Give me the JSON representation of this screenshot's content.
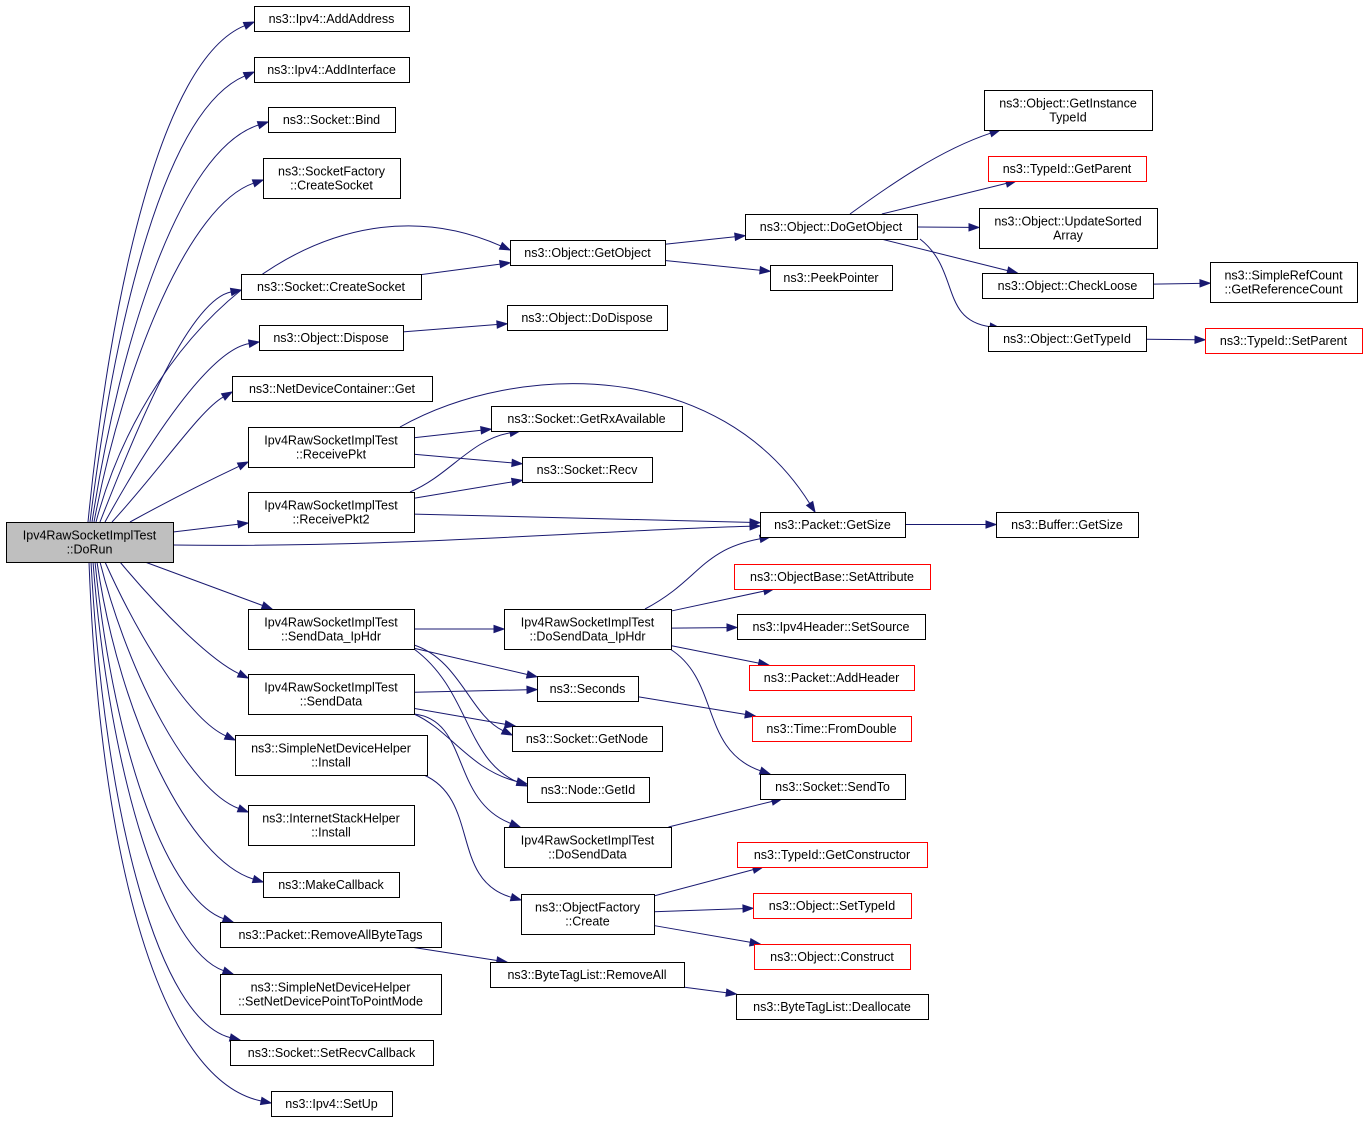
{
  "diagram": {
    "root": "n_root",
    "nodes": [
      {
        "id": "n_root",
        "lines": [
          "Ipv4RawSocketImplTest",
          "::DoRun"
        ],
        "style": "root"
      },
      {
        "id": "n_addaddr",
        "lines": [
          "ns3::Ipv4::AddAddress"
        ]
      },
      {
        "id": "n_addif",
        "lines": [
          "ns3::Ipv4::AddInterface"
        ]
      },
      {
        "id": "n_bind",
        "lines": [
          "ns3::Socket::Bind"
        ]
      },
      {
        "id": "n_sfcreate",
        "lines": [
          "ns3::SocketFactory",
          "::CreateSocket"
        ]
      },
      {
        "id": "n_getobject",
        "lines": [
          "ns3::Object::GetObject"
        ]
      },
      {
        "id": "n_sockcreate",
        "lines": [
          "ns3::Socket::CreateSocket"
        ]
      },
      {
        "id": "n_dispose",
        "lines": [
          "ns3::Object::Dispose"
        ]
      },
      {
        "id": "n_dodispose",
        "lines": [
          "ns3::Object::DoDispose"
        ]
      },
      {
        "id": "n_ndcget",
        "lines": [
          "ns3::NetDeviceContainer::Get"
        ]
      },
      {
        "id": "n_recvpkt",
        "lines": [
          "Ipv4RawSocketImplTest",
          "::ReceivePkt"
        ]
      },
      {
        "id": "n_recvpkt2",
        "lines": [
          "Ipv4RawSocketImplTest",
          "::ReceivePkt2"
        ]
      },
      {
        "id": "n_getrx",
        "lines": [
          "ns3::Socket::GetRxAvailable"
        ]
      },
      {
        "id": "n_recv",
        "lines": [
          "ns3::Socket::Recv"
        ]
      },
      {
        "id": "n_dogetobject",
        "lines": [
          "ns3::Object::DoGetObject"
        ]
      },
      {
        "id": "n_peek",
        "lines": [
          "ns3::PeekPointer"
        ]
      },
      {
        "id": "n_getinsttid",
        "lines": [
          "ns3::Object::GetInstance",
          "TypeId"
        ]
      },
      {
        "id": "n_getparent",
        "lines": [
          "ns3::TypeId::GetParent"
        ],
        "style": "trunc"
      },
      {
        "id": "n_updsorted",
        "lines": [
          "ns3::Object::UpdateSorted",
          "Array"
        ]
      },
      {
        "id": "n_checkloose",
        "lines": [
          "ns3::Object::CheckLoose"
        ]
      },
      {
        "id": "n_gettypeid",
        "lines": [
          "ns3::Object::GetTypeId"
        ]
      },
      {
        "id": "n_getrefcount",
        "lines": [
          "ns3::SimpleRefCount",
          "::GetReferenceCount"
        ]
      },
      {
        "id": "n_setparent",
        "lines": [
          "ns3::TypeId::SetParent"
        ],
        "style": "trunc"
      },
      {
        "id": "n_getsize",
        "lines": [
          "ns3::Packet::GetSize"
        ]
      },
      {
        "id": "n_bufsize",
        "lines": [
          "ns3::Buffer::GetSize"
        ]
      },
      {
        "id": "n_senddataiphdr",
        "lines": [
          "Ipv4RawSocketImplTest",
          "::SendData_IpHdr"
        ]
      },
      {
        "id": "n_dosenddataiphdr",
        "lines": [
          "Ipv4RawSocketImplTest",
          "::DoSendData_IpHdr"
        ]
      },
      {
        "id": "n_senddata",
        "lines": [
          "Ipv4RawSocketImplTest",
          "::SendData"
        ]
      },
      {
        "id": "n_seconds",
        "lines": [
          "ns3::Seconds"
        ]
      },
      {
        "id": "n_getnode",
        "lines": [
          "ns3::Socket::GetNode"
        ]
      },
      {
        "id": "n_nodegetid",
        "lines": [
          "ns3::Node::GetId"
        ]
      },
      {
        "id": "n_setattr",
        "lines": [
          "ns3::ObjectBase::SetAttribute"
        ],
        "style": "trunc"
      },
      {
        "id": "n_setsource",
        "lines": [
          "ns3::Ipv4Header::SetSource"
        ]
      },
      {
        "id": "n_addheader",
        "lines": [
          "ns3::Packet::AddHeader"
        ],
        "style": "trunc"
      },
      {
        "id": "n_fromdouble",
        "lines": [
          "ns3::Time::FromDouble"
        ],
        "style": "trunc"
      },
      {
        "id": "n_sendto",
        "lines": [
          "ns3::Socket::SendTo"
        ]
      },
      {
        "id": "n_simpleinstall",
        "lines": [
          "ns3::SimpleNetDeviceHelper",
          "::Install"
        ]
      },
      {
        "id": "n_inetinstall",
        "lines": [
          "ns3::InternetStackHelper",
          "::Install"
        ]
      },
      {
        "id": "n_dosenddata",
        "lines": [
          "Ipv4RawSocketImplTest",
          "::DoSendData"
        ]
      },
      {
        "id": "n_makecallback",
        "lines": [
          "ns3::MakeCallback"
        ]
      },
      {
        "id": "n_objfactory",
        "lines": [
          "ns3::ObjectFactory",
          "::Create"
        ]
      },
      {
        "id": "n_getctor",
        "lines": [
          "ns3::TypeId::GetConstructor"
        ],
        "style": "trunc"
      },
      {
        "id": "n_settypeid",
        "lines": [
          "ns3::Object::SetTypeId"
        ],
        "style": "trunc"
      },
      {
        "id": "n_construct",
        "lines": [
          "ns3::Object::Construct"
        ],
        "style": "trunc"
      },
      {
        "id": "n_rmbytetags",
        "lines": [
          "ns3::Packet::RemoveAllByteTags"
        ]
      },
      {
        "id": "n_btlremove",
        "lines": [
          "ns3::ByteTagList::RemoveAll"
        ]
      },
      {
        "id": "n_btldealloc",
        "lines": [
          "ns3::ByteTagList::Deallocate"
        ]
      },
      {
        "id": "n_setp2p",
        "lines": [
          "ns3::SimpleNetDeviceHelper",
          "::SetNetDevicePointToPointMode"
        ]
      },
      {
        "id": "n_setrecvcb",
        "lines": [
          "ns3::Socket::SetRecvCallback"
        ]
      },
      {
        "id": "n_setup",
        "lines": [
          "ns3::Ipv4::SetUp"
        ]
      }
    ],
    "edges": [
      [
        "n_root",
        "n_addaddr"
      ],
      [
        "n_root",
        "n_addif"
      ],
      [
        "n_root",
        "n_bind"
      ],
      [
        "n_root",
        "n_sfcreate"
      ],
      [
        "n_root",
        "n_getobject"
      ],
      [
        "n_root",
        "n_sockcreate"
      ],
      [
        "n_root",
        "n_dispose"
      ],
      [
        "n_root",
        "n_ndcget"
      ],
      [
        "n_root",
        "n_recvpkt"
      ],
      [
        "n_root",
        "n_recvpkt2"
      ],
      [
        "n_root",
        "n_getsize"
      ],
      [
        "n_root",
        "n_senddataiphdr"
      ],
      [
        "n_root",
        "n_senddata"
      ],
      [
        "n_root",
        "n_simpleinstall"
      ],
      [
        "n_root",
        "n_inetinstall"
      ],
      [
        "n_root",
        "n_makecallback"
      ],
      [
        "n_root",
        "n_rmbytetags"
      ],
      [
        "n_root",
        "n_setp2p"
      ],
      [
        "n_root",
        "n_setrecvcb"
      ],
      [
        "n_root",
        "n_setup"
      ],
      [
        "n_getobject",
        "n_dogetobject"
      ],
      [
        "n_getobject",
        "n_peek"
      ],
      [
        "n_sockcreate",
        "n_getobject"
      ],
      [
        "n_dispose",
        "n_dodispose"
      ],
      [
        "n_dogetobject",
        "n_getinsttid"
      ],
      [
        "n_dogetobject",
        "n_getparent"
      ],
      [
        "n_dogetobject",
        "n_updsorted"
      ],
      [
        "n_dogetobject",
        "n_checkloose"
      ],
      [
        "n_dogetobject",
        "n_gettypeid"
      ],
      [
        "n_checkloose",
        "n_getrefcount"
      ],
      [
        "n_gettypeid",
        "n_setparent"
      ],
      [
        "n_recvpkt",
        "n_getrx"
      ],
      [
        "n_recvpkt",
        "n_recv"
      ],
      [
        "n_recvpkt",
        "n_getsize"
      ],
      [
        "n_recvpkt2",
        "n_getrx"
      ],
      [
        "n_recvpkt2",
        "n_recv"
      ],
      [
        "n_recvpkt2",
        "n_getsize"
      ],
      [
        "n_getsize",
        "n_bufsize"
      ],
      [
        "n_senddataiphdr",
        "n_dosenddataiphdr"
      ],
      [
        "n_senddataiphdr",
        "n_seconds"
      ],
      [
        "n_senddataiphdr",
        "n_getnode"
      ],
      [
        "n_senddataiphdr",
        "n_nodegetid"
      ],
      [
        "n_dosenddataiphdr",
        "n_getsize"
      ],
      [
        "n_dosenddataiphdr",
        "n_setattr"
      ],
      [
        "n_dosenddataiphdr",
        "n_setsource"
      ],
      [
        "n_dosenddataiphdr",
        "n_addheader"
      ],
      [
        "n_dosenddataiphdr",
        "n_sendto"
      ],
      [
        "n_senddata",
        "n_seconds"
      ],
      [
        "n_senddata",
        "n_getnode"
      ],
      [
        "n_senddata",
        "n_nodegetid"
      ],
      [
        "n_senddata",
        "n_dosenddata"
      ],
      [
        "n_seconds",
        "n_fromdouble"
      ],
      [
        "n_dosenddata",
        "n_sendto"
      ],
      [
        "n_simpleinstall",
        "n_objfactory"
      ],
      [
        "n_objfactory",
        "n_getctor"
      ],
      [
        "n_objfactory",
        "n_settypeid"
      ],
      [
        "n_objfactory",
        "n_construct"
      ],
      [
        "n_rmbytetags",
        "n_btlremove"
      ],
      [
        "n_btlremove",
        "n_btldealloc"
      ]
    ]
  }
}
